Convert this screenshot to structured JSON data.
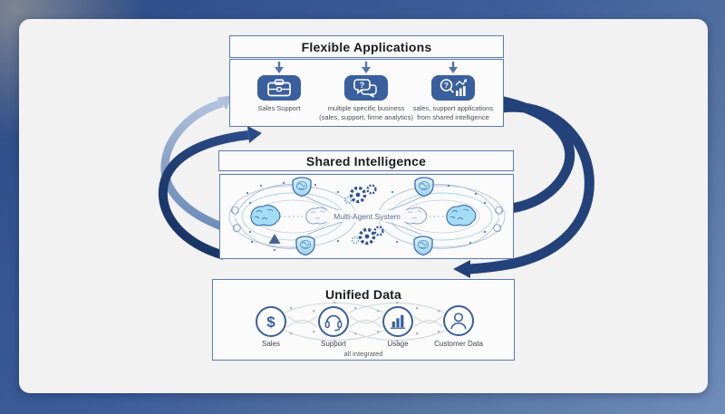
{
  "flexible_applications": {
    "title": "Flexible Applications",
    "items": [
      {
        "icon": "briefcase-icon",
        "label": "Sales Support"
      },
      {
        "icon": "chat-question-icon",
        "label": "multiple specific business\n(sales, support, firme analytics)"
      },
      {
        "icon": "search-analytics-icon",
        "label": "sales, support applications\nfrom shared intelligence"
      }
    ]
  },
  "shared_intelligence": {
    "title": "Shared Intelligence",
    "center_label": "Multi-Agent System",
    "icons": [
      "brain-icon",
      "shield-brain-icon",
      "gear-cluster-icon",
      "swirl-decoration"
    ]
  },
  "unified_data": {
    "title": "Unified Data",
    "items": [
      {
        "icon": "dollar-icon",
        "label": "Sales"
      },
      {
        "icon": "headset-icon",
        "label": "Support"
      },
      {
        "icon": "bar-chart-icon",
        "label": "Usage"
      },
      {
        "icon": "person-icon",
        "label": "Customer Data"
      }
    ],
    "footnote": "all integrated"
  },
  "colors": {
    "frame_blue_dark": "#2c4a84",
    "frame_blue_light": "#6f8cbb",
    "card_bg": "#f2f2f3",
    "box_border": "#5c7aab",
    "icon_blue": "#3a5f9e",
    "arrow_dark": "#24427a",
    "arrow_light": "#9db4d6"
  }
}
